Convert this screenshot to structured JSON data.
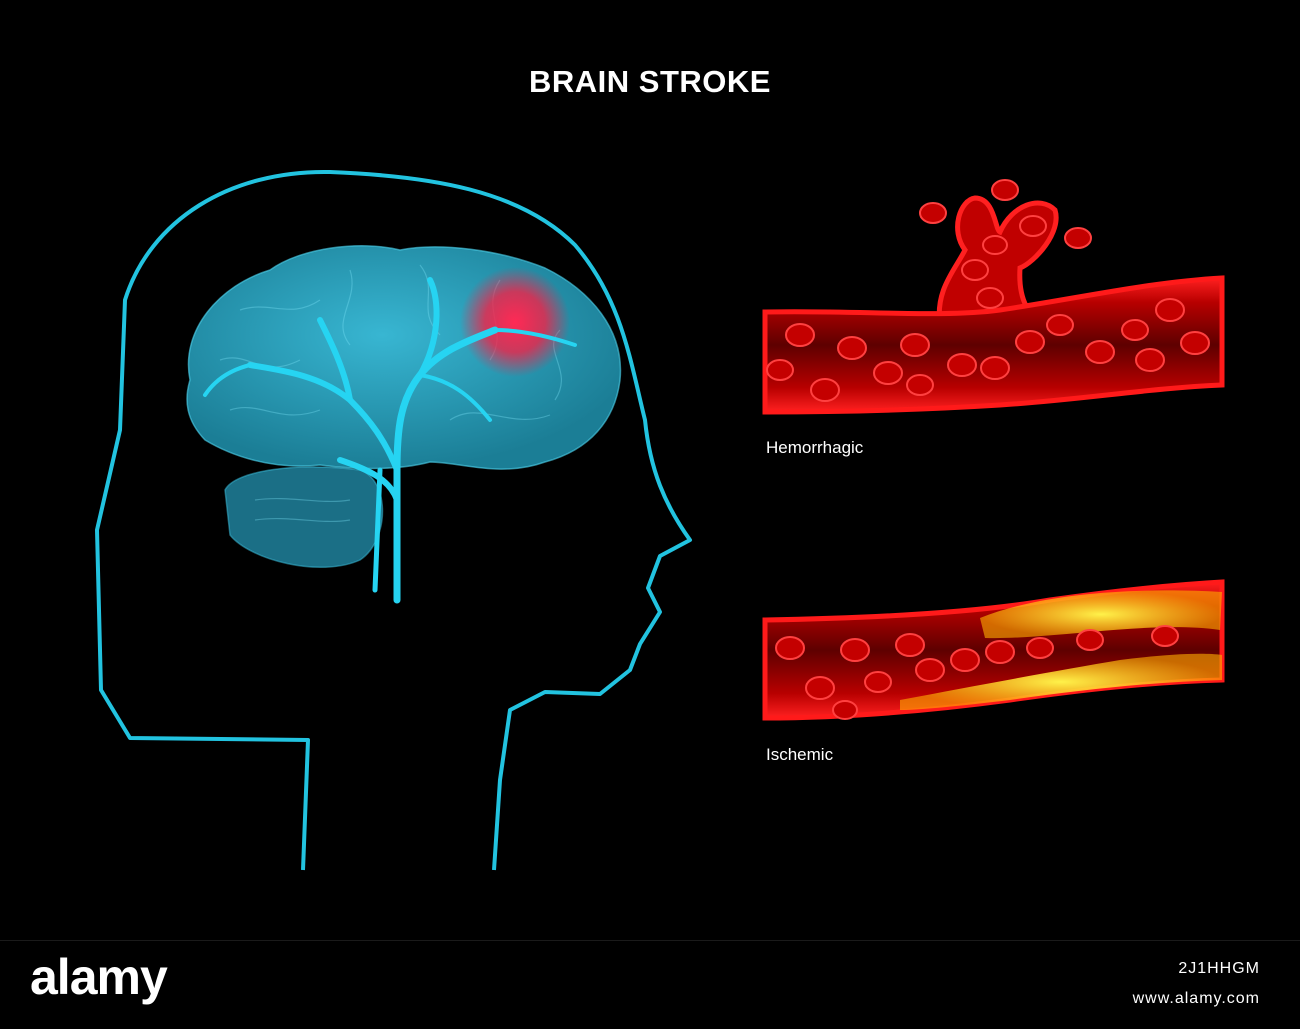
{
  "diagram": {
    "title": "BRAIN STROKE",
    "labels": {
      "hemorrhagic": "Hemorrhagic",
      "ischemic": "Ischemic"
    },
    "watermark": "alamy"
  },
  "footer": {
    "logo": "alamy",
    "image_id": "2J1HHGM",
    "url": "www.alamy.com"
  },
  "colors": {
    "background": "#000000",
    "outline": "#22c3e0",
    "brain": "#2ea6c2",
    "vessel": "#ff1a1a",
    "plaque": "#ffd21a"
  }
}
